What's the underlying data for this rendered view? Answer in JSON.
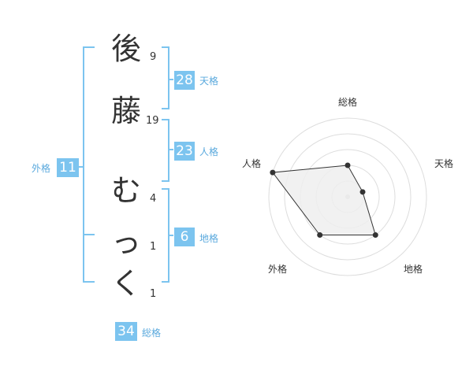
{
  "name_chars": [
    {
      "char": "後",
      "strokes": "9"
    },
    {
      "char": "藤",
      "strokes": "19"
    },
    {
      "char": "む",
      "strokes": "4"
    },
    {
      "char": "っ",
      "strokes": "1"
    },
    {
      "char": "く",
      "strokes": "1"
    }
  ],
  "kakusu": {
    "tenkaku": {
      "value": "28",
      "label": "天格"
    },
    "jinkaku": {
      "value": "23",
      "label": "人格"
    },
    "chikaku": {
      "value": "6",
      "label": "地格"
    },
    "gaikaku": {
      "value": "11",
      "label": "外格"
    },
    "soukaku": {
      "value": "34",
      "label": "総格"
    }
  },
  "colors": {
    "accent": "#7cc4ef",
    "accent_text": "#5aa9dd",
    "ring": "#dddddd",
    "fill": "#eeeeee",
    "line": "#333333"
  },
  "chart_data": {
    "type": "radar",
    "axes": [
      "総格",
      "天格",
      "地格",
      "外格",
      "人格"
    ],
    "values": [
      2,
      1,
      3,
      3,
      5
    ],
    "rlim": [
      0,
      5
    ],
    "rings": 5
  }
}
